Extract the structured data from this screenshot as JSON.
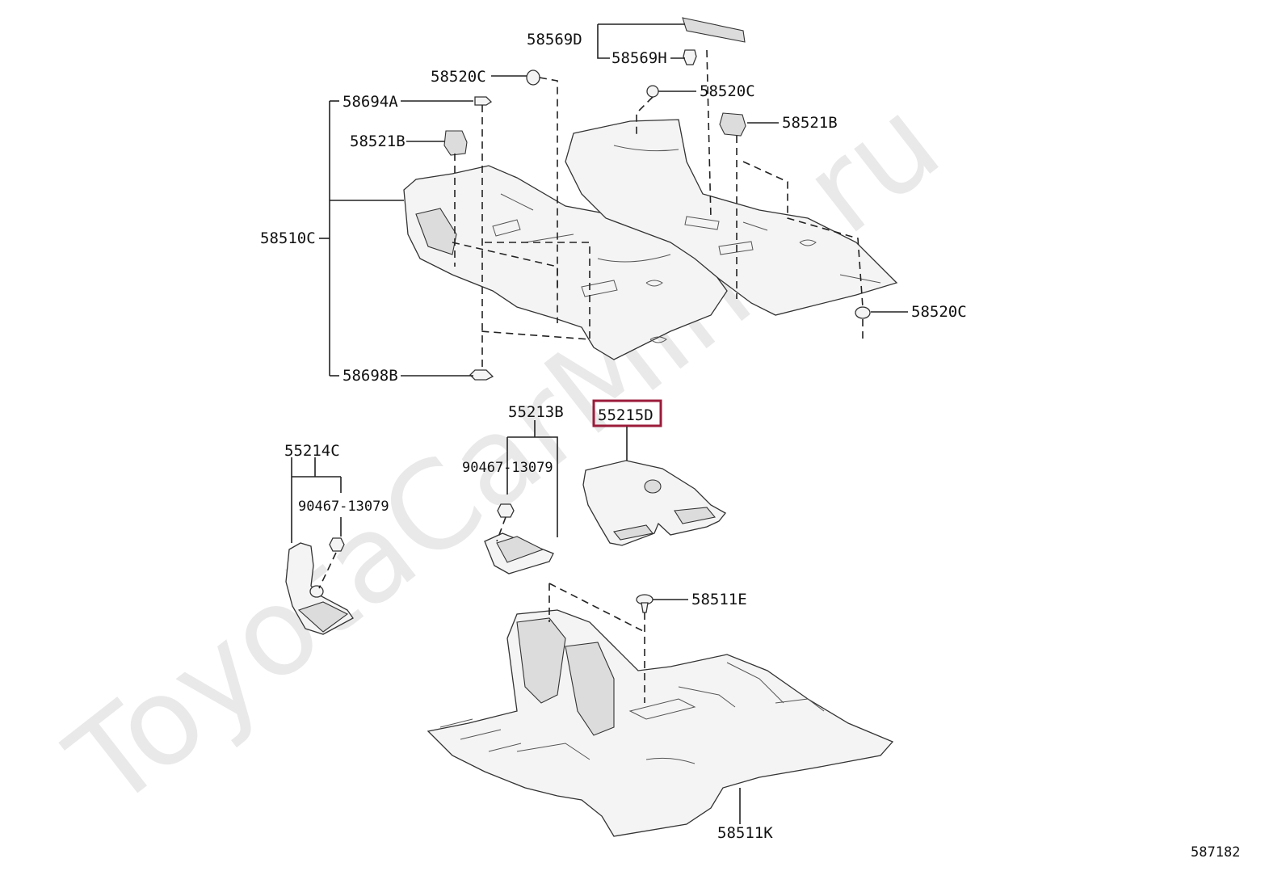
{
  "watermark": "ToyotaCarMine.ru",
  "diagram_id": "587182",
  "highlight_color": "#9b1b3a",
  "labels": {
    "p58569D": "58569D",
    "p58569H": "58569H",
    "p58520C_top": "58520C",
    "p58520C_mid": "58520C",
    "p58694A": "58694A",
    "p58521B_left": "58521B",
    "p58521B_right": "58521B",
    "p58510C": "58510C",
    "p58520C_right": "58520C",
    "p58698B": "58698B",
    "p55213B": "55213B",
    "p55215D": "55215D",
    "p55214C": "55214C",
    "p90467_a": "90467-13079",
    "p90467_b": "90467-13079",
    "p58511E": "58511E",
    "p58511K": "58511K"
  }
}
